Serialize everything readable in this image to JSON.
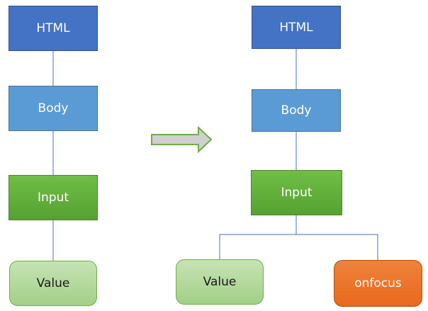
{
  "before": {
    "html": "HTML",
    "body": "Body",
    "input": "Input",
    "value": "Value"
  },
  "after": {
    "html": "HTML",
    "body": "Body",
    "input": "Input",
    "value": "Value",
    "event": "onfocus"
  },
  "colors": {
    "html": "#4472c4",
    "body": "#5b9bd5",
    "input": "#62ad3a",
    "value": "#b5d99c",
    "event": "#ed7428",
    "connector": "#4472c4",
    "arrow_fill": "#d0d0d0",
    "arrow_stroke": "#70ad47"
  }
}
